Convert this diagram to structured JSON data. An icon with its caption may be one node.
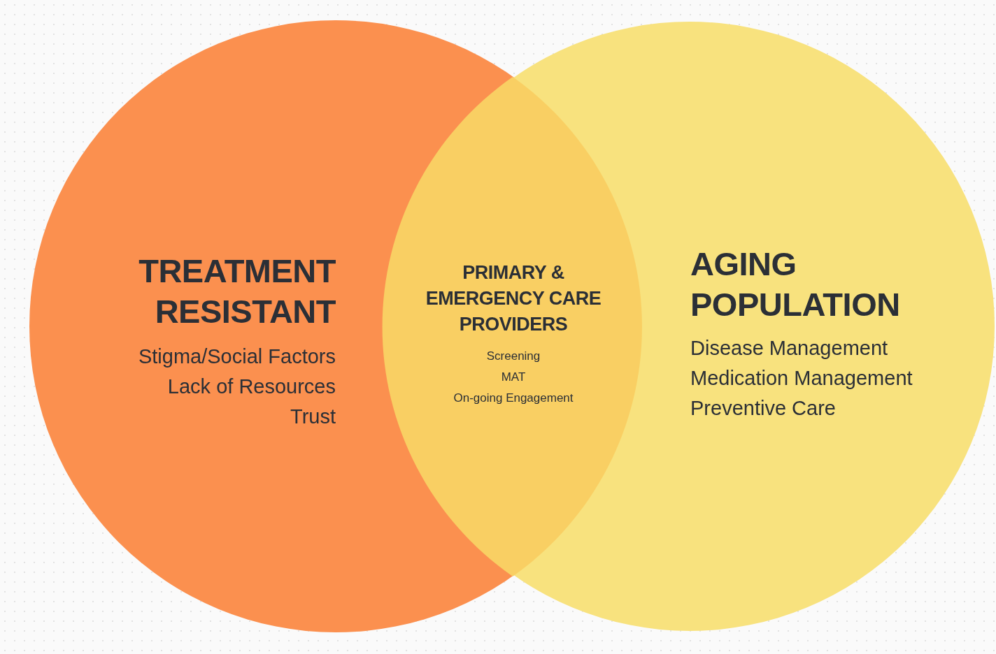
{
  "diagram": {
    "nodes": [
      {
        "text": [
          "TREATMENT RESISTANT",
          "Stigma/Social Factors",
          "Lack of Resources",
          "Trust"
        ]
      },
      {
        "text": [
          "AGING POPULATION",
          "Disease Management",
          "Medication Management",
          "Preventive Care"
        ]
      },
      {
        "text": [
          "PRIMARY & EMERGENCY CARE PROVIDERS",
          "Screening",
          "MAT",
          "On-going Engagement"
        ]
      }
    ]
  }
}
